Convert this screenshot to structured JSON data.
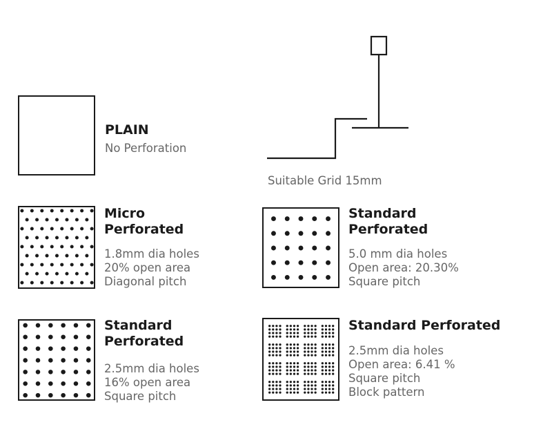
{
  "plain": {
    "title": "PLAIN",
    "subtitle": "No Perforation"
  },
  "grid": {
    "caption": "Suitable Grid 15mm"
  },
  "panels": [
    {
      "id": "micro",
      "title_lines": [
        "Micro",
        "Perforated"
      ],
      "specs": [
        "1.8mm dia holes",
        "20% open area",
        "Diagonal pitch"
      ]
    },
    {
      "id": "standard-5mm",
      "title_lines": [
        "Standard",
        "Perforated"
      ],
      "specs": [
        "5.0 mm dia holes",
        "Open area: 20.30%",
        "Square pitch"
      ]
    },
    {
      "id": "standard-2-5mm",
      "title_lines": [
        "Standard",
        "Perforated"
      ],
      "specs": [
        "2.5mm dia holes",
        "16% open area",
        "Square pitch"
      ]
    },
    {
      "id": "standard-block",
      "title_lines": [
        "Standard Perforated"
      ],
      "specs": [
        "2.5mm dia holes",
        "Open area: 6.41 %",
        "Square pitch",
        "Block pattern"
      ]
    }
  ],
  "colors": {
    "ink": "#1a1a1a",
    "muted": "#666666"
  }
}
